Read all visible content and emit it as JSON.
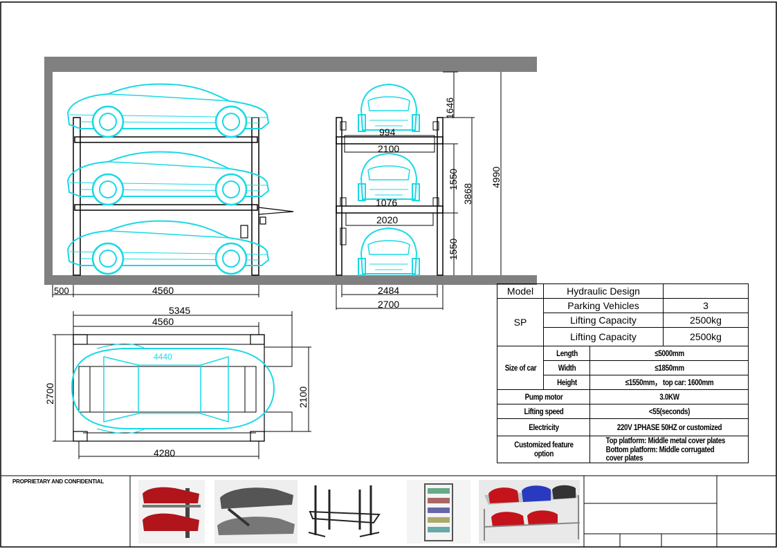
{
  "drawing": {
    "side_view": {
      "dims": {
        "offset": "500",
        "length": "4560"
      }
    },
    "front_view": {
      "dims": {
        "top_car": "1646",
        "level_height_1": "1550",
        "level_height_2": "1550",
        "total_height": "4990",
        "upper_height": "3868",
        "platform_width_1": "2100",
        "platform_width_2": "2020",
        "car_width_1": "994",
        "car_width_2": "1076",
        "inner_width": "2484",
        "outer_width": "2700"
      }
    },
    "plan_view": {
      "dims": {
        "total_length": "5345",
        "post_length": "4560",
        "platform_length": "4280",
        "width": "2700",
        "platform_width": "2100",
        "car_label": "4440"
      }
    }
  },
  "spec_table": {
    "model_label": "Model",
    "design": "Hydraulic Design",
    "sp": "SP",
    "parking_vehicles_label": "Parking Vehicles",
    "parking_vehicles_value": "3",
    "lifting_capacity_label_1": "Lifting Capacity",
    "lifting_capacity_value_1": "2500kg",
    "lifting_capacity_label_2": "Lifting Capacity",
    "lifting_capacity_value_2": "2500kg",
    "size_of_car": "Size of car",
    "length_label": "Length",
    "length_value": "≤5000mm",
    "width_label": "Width",
    "width_value": "≤1850mm",
    "height_label": "Height",
    "height_value": "≤1550mm， top car: 1600mm",
    "pump_motor_label": "Pump motor",
    "pump_motor_value": "3.0KW",
    "lifting_speed_label": "Lifting     speed",
    "lifting_speed_value": "<55(seconds)",
    "electricity_label": "Electricity",
    "electricity_value": "220V 1PHASE 50HZ or customized",
    "feature_label": "Customized feature option",
    "feature_value_1": "Top platform: Middle metal cover plates",
    "feature_value_2": "Bottom platform: Middle  corrugated cover plates"
  },
  "footer": {
    "proprietary": "PROPRIETARY AND CONFIDENTIAL"
  },
  "colors": {
    "car": "#19d9e6",
    "wall": "#808080",
    "line": "#000000"
  }
}
